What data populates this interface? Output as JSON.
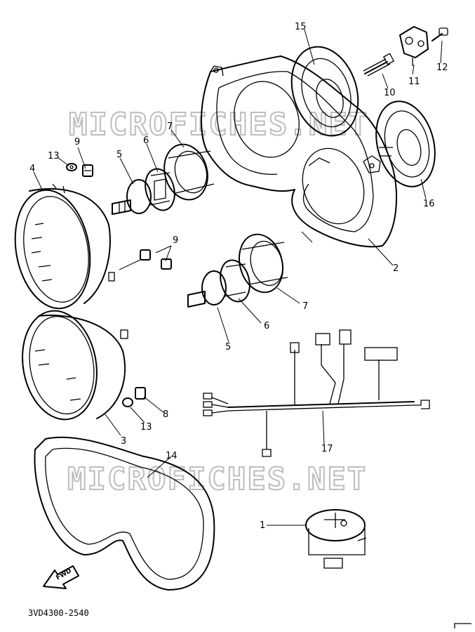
{
  "watermarks": [
    "MICROFICHES.NET",
    "MICROFICHES.NET"
  ],
  "diagram_code": "3VD4300-2540",
  "fwd_label": "FWD",
  "callouts": [
    "1",
    "2",
    "3",
    "4",
    "5",
    "5",
    "6",
    "6",
    "7",
    "7",
    "8",
    "9",
    "9",
    "10",
    "11",
    "12",
    "13",
    "13",
    "14",
    "15",
    "16",
    "17"
  ]
}
